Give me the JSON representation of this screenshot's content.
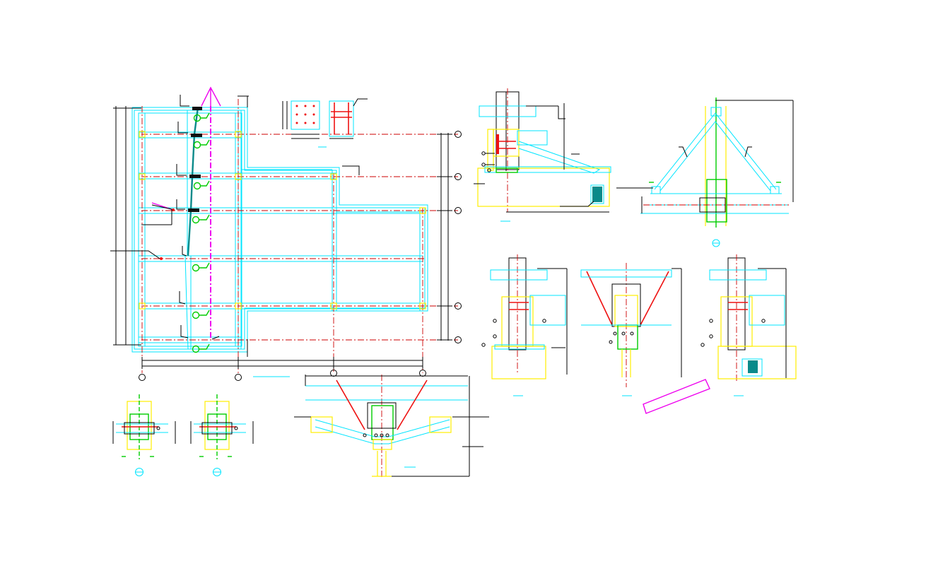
{
  "colors": {
    "background": "#ffffff",
    "dimension": "#000000",
    "steel_outline": "#00e5ff",
    "column": "#ffee00",
    "section": "#00cc00",
    "rebar": "#ee1111",
    "centerline": "#cc0000",
    "bracing": "#ee00ee",
    "hatch": "#0a8a8a"
  },
  "plan": {
    "grid_columns": 4,
    "grid_rows": 6
  },
  "details": [
    {
      "kind": "column-base-with-brace"
    },
    {
      "kind": "a-frame-brace-elevation"
    },
    {
      "kind": "column-splice-a"
    },
    {
      "kind": "column-v-brace-b"
    },
    {
      "kind": "column-splice-c"
    },
    {
      "kind": "column-section-a"
    },
    {
      "kind": "column-section-b"
    },
    {
      "kind": "v-brace-connection"
    },
    {
      "kind": "bolt-pattern-plate"
    },
    {
      "kind": "stiffener-plate"
    },
    {
      "kind": "inclined-member-label"
    }
  ]
}
